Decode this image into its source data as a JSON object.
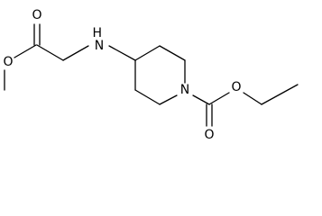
{
  "atoms": {
    "o_methoxy": "O",
    "o_ester_carbonyl": "O",
    "n_amine": "H\nN",
    "n_piperidine": "N",
    "o_carbamate_carbonyl": "O",
    "o_ethoxy": "O"
  }
}
